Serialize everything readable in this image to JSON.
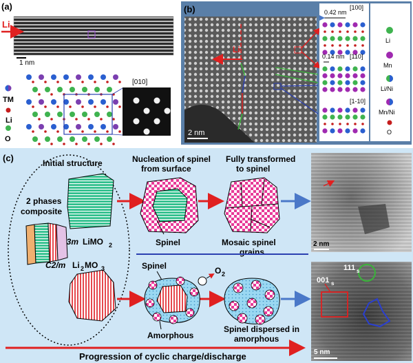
{
  "panel_a": {
    "label": "(a)",
    "li_label": "Li",
    "scale_label": "1 nm",
    "zone_axis": "[010]",
    "legend": [
      "TM",
      "Li",
      "O"
    ]
  },
  "panel_b": {
    "label": "(b)",
    "li_label": "Li",
    "scale_label": "2 nm",
    "spacing_top": "0.42 nm",
    "spacing_mid": "0.14 nm",
    "dir_100": "[100]",
    "dir_110": "[110]",
    "dir_1m10": "[1-10]",
    "legend": [
      "Li",
      "Mn",
      "Li/Ni",
      "Mn/Ni",
      "O"
    ]
  },
  "panel_c": {
    "label": "(c)",
    "initial_structure": "Initial structure",
    "two_phases_1": "2 phases",
    "two_phases_2": "composite",
    "r3m_phase": "R3m",
    "r3m_formula": "LiMO",
    "r3m_sub": "2",
    "c2m_phase": "C2/m",
    "c2m_formula": "Li",
    "c2m_sub1": "2",
    "c2m_mid": "MO",
    "c2m_sub2": "3",
    "nucleation_1": "Nucleation of spinel",
    "nucleation_2": "from surface",
    "fully_1": "Fully transformed",
    "fully_2": "to spinel",
    "spinel_top": "Spinel",
    "mosaic_1": "Mosaic spinel",
    "mosaic_2": "grains",
    "spinel_bottom": "Spinel",
    "o2": "O",
    "o2_sub": "2",
    "amorphous": "Amorphous",
    "dispersed_1": "Spinel dispersed in",
    "dispersed_2": "amorphous",
    "progression": "Progression of cyclic charge/discharge",
    "scale_top": "2 nm",
    "scale_bottom": "5 nm",
    "label_001": "001",
    "label_111": "111",
    "sub_s": "s"
  }
}
